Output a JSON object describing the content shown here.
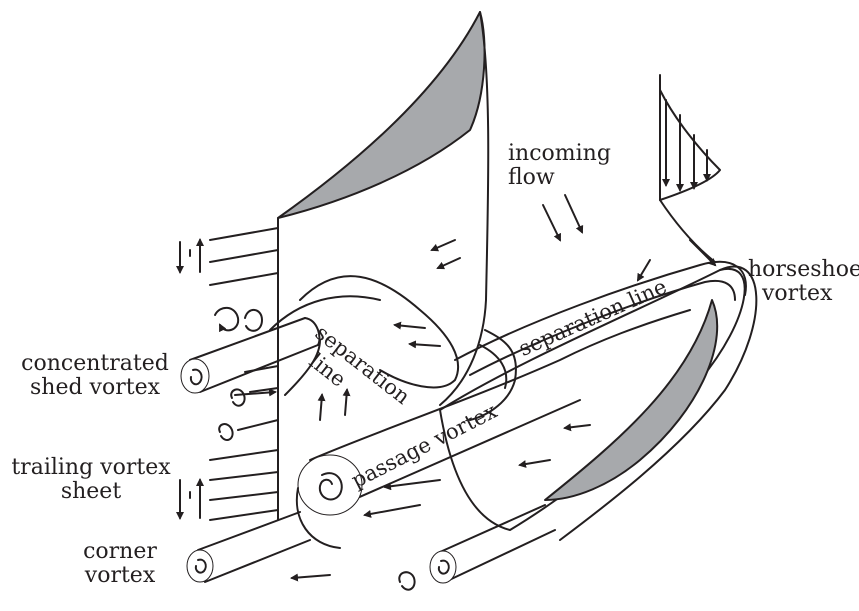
{
  "labels": {
    "incoming_flow": [
      "incoming",
      "flow"
    ],
    "horseshoe_vortex": [
      "horseshoe",
      "vortex"
    ],
    "concentrated_shed_vortex": [
      "concentrated",
      "shed vortex"
    ],
    "trailing_vortex_sheet": [
      "trailing vortex",
      "sheet"
    ],
    "corner_vortex": [
      "corner",
      "vortex"
    ],
    "separation_line_left": [
      "separation",
      "line"
    ],
    "separation_line_right": "separation line",
    "passage_vortex": "passage vortex"
  },
  "colors": {
    "ink": "#231f20",
    "blade_shade": "#a7a9ac",
    "background": "#ffffff"
  }
}
